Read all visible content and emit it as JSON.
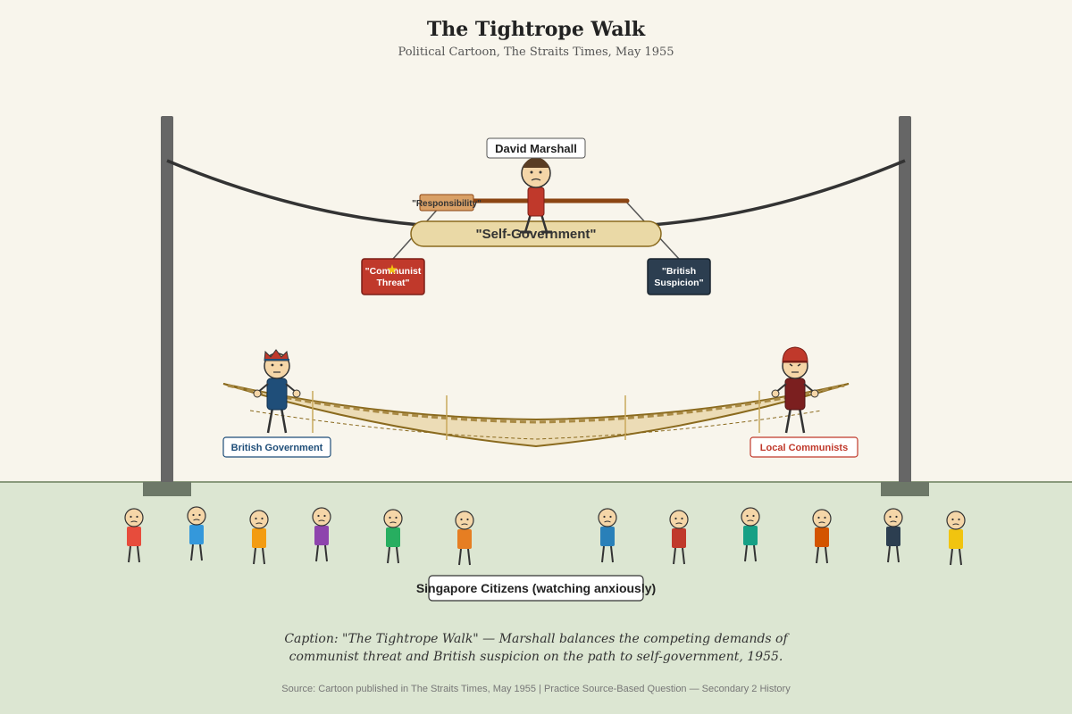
{
  "header": {
    "title": "The Tightrope Walk",
    "subtitle": "Political Cartoon, The Straits Times, May 1955"
  },
  "figures": {
    "walker": "David Marshall",
    "left_holder": "British Government",
    "right_holder": "Local Communists"
  },
  "labels": {
    "pole": "\"Responsibility\"",
    "rope": "\"Self-Government\"",
    "left_weight": [
      "\"Communist",
      "Threat\""
    ],
    "right_weight": [
      "\"British",
      "Suspicion\""
    ],
    "crowd": "Singapore Citizens (watching anxiously)"
  },
  "caption": {
    "line1": "Caption: \"The Tightrope Walk\" — Marshall balances the competing demands of",
    "line2": "communist threat and British suspicion on the path to self-government, 1955."
  },
  "source": "Source: Cartoon published in The Straits Times, May 1955 | Practice Source-Based Question — Secondary 2 History",
  "colors": {
    "background": "#f8f5ec",
    "ground": "#dce6d2",
    "pole": "#666666",
    "communist_red": "#c0392b",
    "british_navy": "#2c3e50",
    "british_blue": "#1f4e79",
    "net": "#8a6a1e"
  },
  "crowd_shirt_colors": [
    "#e74c3c",
    "#3498db",
    "#f39c12",
    "#8e44ad",
    "#27ae60",
    "#e67e22",
    "#2980b9",
    "#c0392b",
    "#16a085",
    "#d35400",
    "#2c3e50",
    "#f1c40f"
  ]
}
